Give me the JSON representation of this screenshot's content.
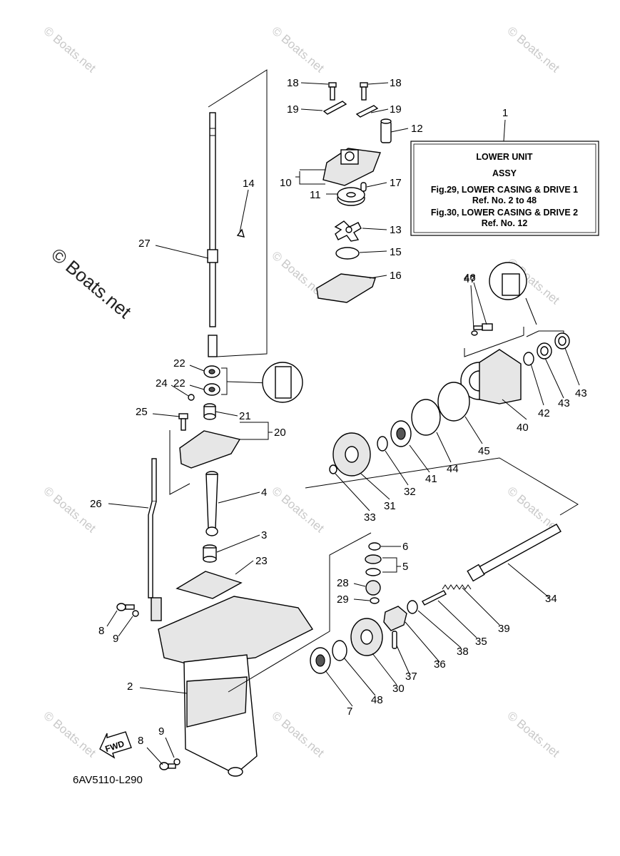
{
  "watermark": {
    "text": "© Boats.net"
  },
  "info_box": {
    "callout_number": "1",
    "lines": [
      "LOWER UNIT",
      "ASSY",
      "Fig.29, LOWER CASING & DRIVE 1",
      "Ref. No. 2 to 48",
      "Fig.30, LOWER CASING & DRIVE 2",
      "Ref. No. 12"
    ]
  },
  "fwd_label": "FWD",
  "diagram_code": "6AV5110-L290",
  "callouts": [
    {
      "n": "18",
      "id": "18a"
    },
    {
      "n": "18",
      "id": "18b"
    },
    {
      "n": "19",
      "id": "19a"
    },
    {
      "n": "19",
      "id": "19b"
    },
    {
      "n": "12",
      "id": "12"
    },
    {
      "n": "10",
      "id": "10"
    },
    {
      "n": "11",
      "id": "11"
    },
    {
      "n": "17",
      "id": "17"
    },
    {
      "n": "13",
      "id": "13"
    },
    {
      "n": "15",
      "id": "15"
    },
    {
      "n": "16",
      "id": "16"
    },
    {
      "n": "14",
      "id": "14"
    },
    {
      "n": "27",
      "id": "27"
    },
    {
      "n": "22",
      "id": "22a"
    },
    {
      "n": "22",
      "id": "22b"
    },
    {
      "n": "24",
      "id": "24"
    },
    {
      "n": "21",
      "id": "21"
    },
    {
      "n": "25",
      "id": "25"
    },
    {
      "n": "20",
      "id": "20"
    },
    {
      "n": "47",
      "id": "47"
    },
    {
      "n": "46",
      "id": "46"
    },
    {
      "n": "42",
      "id": "42"
    },
    {
      "n": "43",
      "id": "43a"
    },
    {
      "n": "43",
      "id": "43b"
    },
    {
      "n": "40",
      "id": "40"
    },
    {
      "n": "45",
      "id": "45"
    },
    {
      "n": "44",
      "id": "44"
    },
    {
      "n": "41",
      "id": "41"
    },
    {
      "n": "32",
      "id": "32"
    },
    {
      "n": "31",
      "id": "31"
    },
    {
      "n": "33",
      "id": "33"
    },
    {
      "n": "4",
      "id": "4"
    },
    {
      "n": "26",
      "id": "26"
    },
    {
      "n": "3",
      "id": "3"
    },
    {
      "n": "6",
      "id": "6"
    },
    {
      "n": "5",
      "id": "5"
    },
    {
      "n": "23",
      "id": "23"
    },
    {
      "n": "34",
      "id": "34"
    },
    {
      "n": "28",
      "id": "28"
    },
    {
      "n": "29",
      "id": "29"
    },
    {
      "n": "39",
      "id": "39"
    },
    {
      "n": "35",
      "id": "35"
    },
    {
      "n": "38",
      "id": "38"
    },
    {
      "n": "36",
      "id": "36"
    },
    {
      "n": "37",
      "id": "37"
    },
    {
      "n": "30",
      "id": "30"
    },
    {
      "n": "48",
      "id": "48"
    },
    {
      "n": "7",
      "id": "7"
    },
    {
      "n": "8",
      "id": "8a"
    },
    {
      "n": "9",
      "id": "9a"
    },
    {
      "n": "2",
      "id": "2"
    },
    {
      "n": "8",
      "id": "8b"
    },
    {
      "n": "9",
      "id": "9b"
    }
  ]
}
